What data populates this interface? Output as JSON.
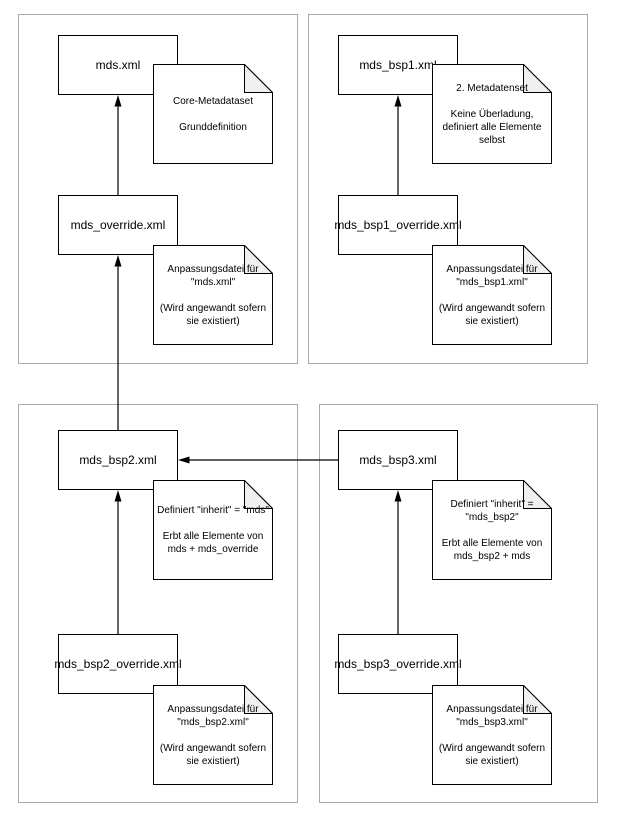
{
  "diagram": {
    "colors": {
      "line": "#000000",
      "panel_border": "#a9a9a9",
      "note_fold_fill": "#f0f0f0",
      "node_fill": "#ffffff",
      "background": "#ffffff"
    },
    "panels": [
      {
        "name": "core-metadataset-group",
        "nodes": [
          {
            "id": "mds",
            "label": "mds.xml"
          },
          {
            "id": "mds_override",
            "label": "mds_override.xml"
          }
        ],
        "notes": [
          {
            "lines": [
              "Core-Metadataset",
              "",
              "Grunddefinition"
            ]
          },
          {
            "lines": [
              "Anpassungsdatei für",
              "\"mds.xml\"",
              "",
              "(Wird angewandt sofern",
              "sie existiert)"
            ]
          }
        ]
      },
      {
        "name": "bsp1-metadataset-group",
        "nodes": [
          {
            "id": "mds_bsp1",
            "label": "mds_bsp1.xml"
          },
          {
            "id": "mds_bsp1_override",
            "label": "mds_bsp1_override.xml"
          }
        ],
        "notes": [
          {
            "lines": [
              "2. Metadatenset",
              "",
              "Keine Überladung,",
              "definiert alle Elemente",
              "selbst"
            ]
          },
          {
            "lines": [
              "Anpassungsdatei für",
              "\"mds_bsp1.xml\"",
              "",
              "(Wird angewandt sofern",
              "sie existiert)"
            ]
          }
        ]
      },
      {
        "name": "bsp2-metadataset-group",
        "nodes": [
          {
            "id": "mds_bsp2",
            "label": "mds_bsp2.xml"
          },
          {
            "id": "mds_bsp2_override",
            "label": "mds_bsp2_override.xml"
          }
        ],
        "notes": [
          {
            "lines": [
              "Definiert \"inherit\" = \"mds\"",
              "",
              "Erbt alle Elemente von",
              "mds + mds_override"
            ]
          },
          {
            "lines": [
              "Anpassungsdatei für",
              "\"mds_bsp2.xml\"",
              "",
              "(Wird angewandt sofern",
              "sie existiert)"
            ]
          }
        ]
      },
      {
        "name": "bsp3-metadataset-group",
        "nodes": [
          {
            "id": "mds_bsp3",
            "label": "mds_bsp3.xml"
          },
          {
            "id": "mds_bsp3_override",
            "label": "mds_bsp3_override.xml"
          }
        ],
        "notes": [
          {
            "lines": [
              "Definiert \"inherit\" =",
              "\"mds_bsp2\"",
              "",
              "Erbt alle Elemente von",
              "mds_bsp2 + mds"
            ]
          },
          {
            "lines": [
              "Anpassungsdatei für",
              "\"mds_bsp3.xml\"",
              "",
              "(Wird angewandt sofern",
              "sie existiert)"
            ]
          }
        ]
      }
    ],
    "edges": [
      {
        "from": "mds_override",
        "to": "mds"
      },
      {
        "from": "mds_bsp2",
        "to": "mds_override"
      },
      {
        "from": "mds_bsp2_override",
        "to": "mds_bsp2"
      },
      {
        "from": "mds_bsp1_override",
        "to": "mds_bsp1"
      },
      {
        "from": "mds_bsp3",
        "to": "mds_bsp2"
      },
      {
        "from": "mds_bsp3_override",
        "to": "mds_bsp3"
      }
    ]
  }
}
